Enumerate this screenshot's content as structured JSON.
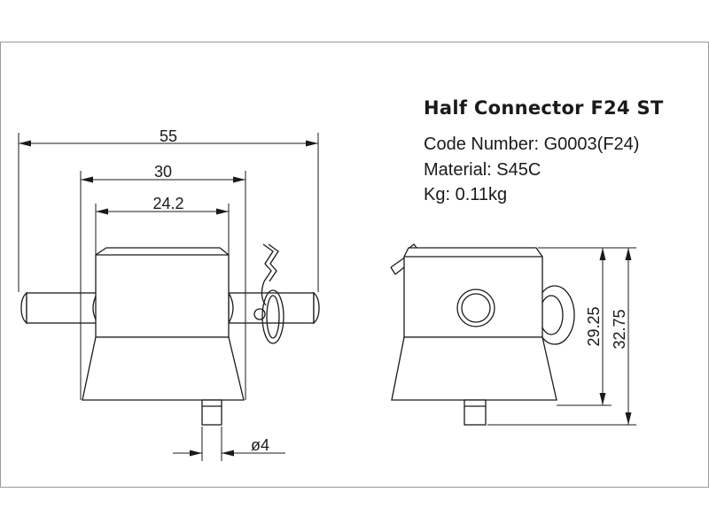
{
  "product": {
    "title": "Half Connector F24 ST",
    "code_number": "Code Number: G0003(F24)",
    "material": "Material: S45C",
    "weight": "Kg: 0.11kg"
  },
  "dimensions": {
    "overall_width": "55",
    "body_width": "30",
    "top_width": "24.2",
    "pin_diameter": "ø4",
    "body_height": "29.25",
    "total_height": "32.75"
  },
  "colors": {
    "line": "#1a1a1a",
    "frame": "#999999",
    "background": "#ffffff"
  }
}
